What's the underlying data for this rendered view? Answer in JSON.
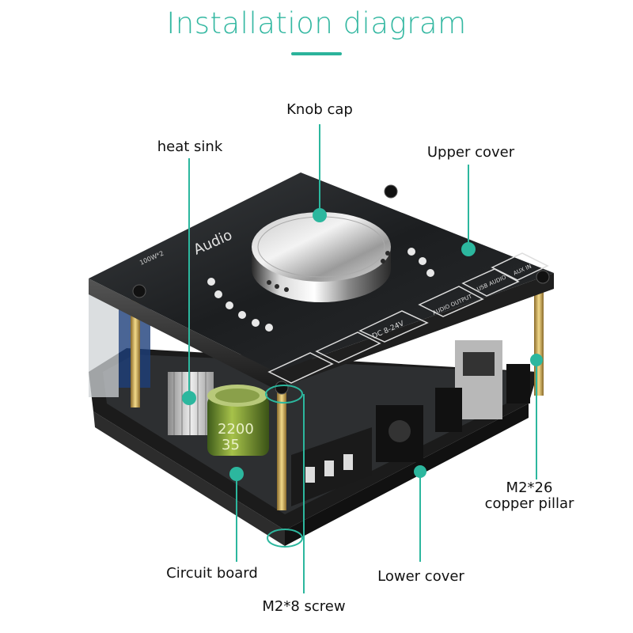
{
  "title": "Installation diagram",
  "accent_color": "#2cb79e",
  "labels": {
    "knob_cap": "Knob cap",
    "heat_sink": "heat sink",
    "upper_cover": "Upper cover",
    "circuit_board": "Circuit board",
    "lower_cover": "Lower cover",
    "copper_pillar_line1": "M2*26",
    "copper_pillar_line2": "copper pillar",
    "screw": "M2*8 screw"
  },
  "product": {
    "brand_text": "Audio",
    "model_text": "100W*2",
    "capacitor_value": "2200",
    "capacitor_voltage": "35",
    "port_labels": [
      "DC 8-24V",
      "AUDIO OUTPUT",
      "USB AUDIO",
      "AUX IN"
    ]
  }
}
